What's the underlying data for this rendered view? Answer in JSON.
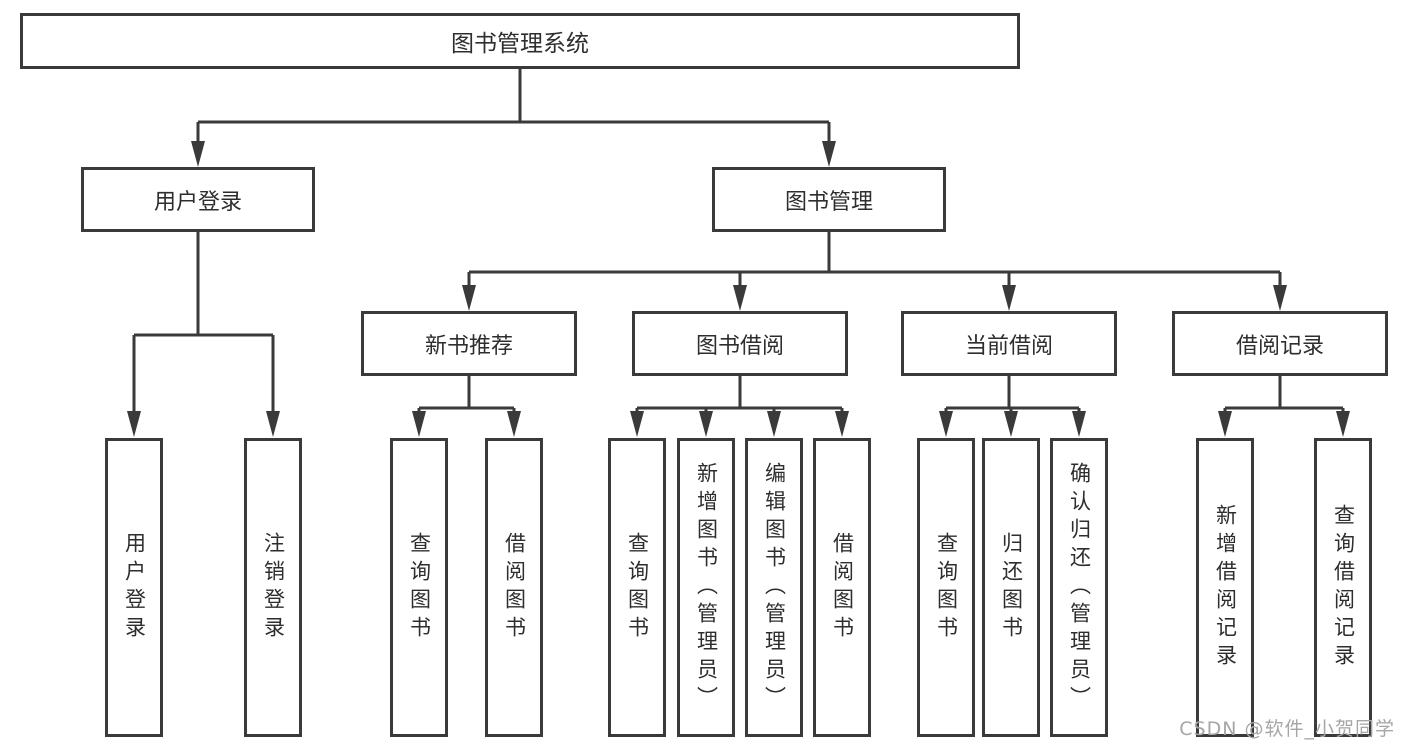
{
  "colors": {
    "line": "#3a3a3a",
    "text": "#2e2e2e",
    "watermark": "#a6a6a6",
    "background": "#ffffff"
  },
  "tree": {
    "root": "图书管理系统",
    "l1": [
      "用户登录",
      "图书管理"
    ],
    "l2": [
      "新书推荐",
      "图书借阅",
      "当前借阅",
      "借阅记录"
    ],
    "leaves": [
      "用户登录",
      "注销登录",
      "查询图书",
      "借阅图书",
      "查询图书",
      "新增图书（管理员）",
      "编辑图书（管理员）",
      "借阅图书",
      "查询图书",
      "归还图书",
      "确认归还（管理员）",
      "新增借阅记录",
      "查询借阅记录"
    ]
  },
  "watermark": "CSDN @软件_小贺同学"
}
